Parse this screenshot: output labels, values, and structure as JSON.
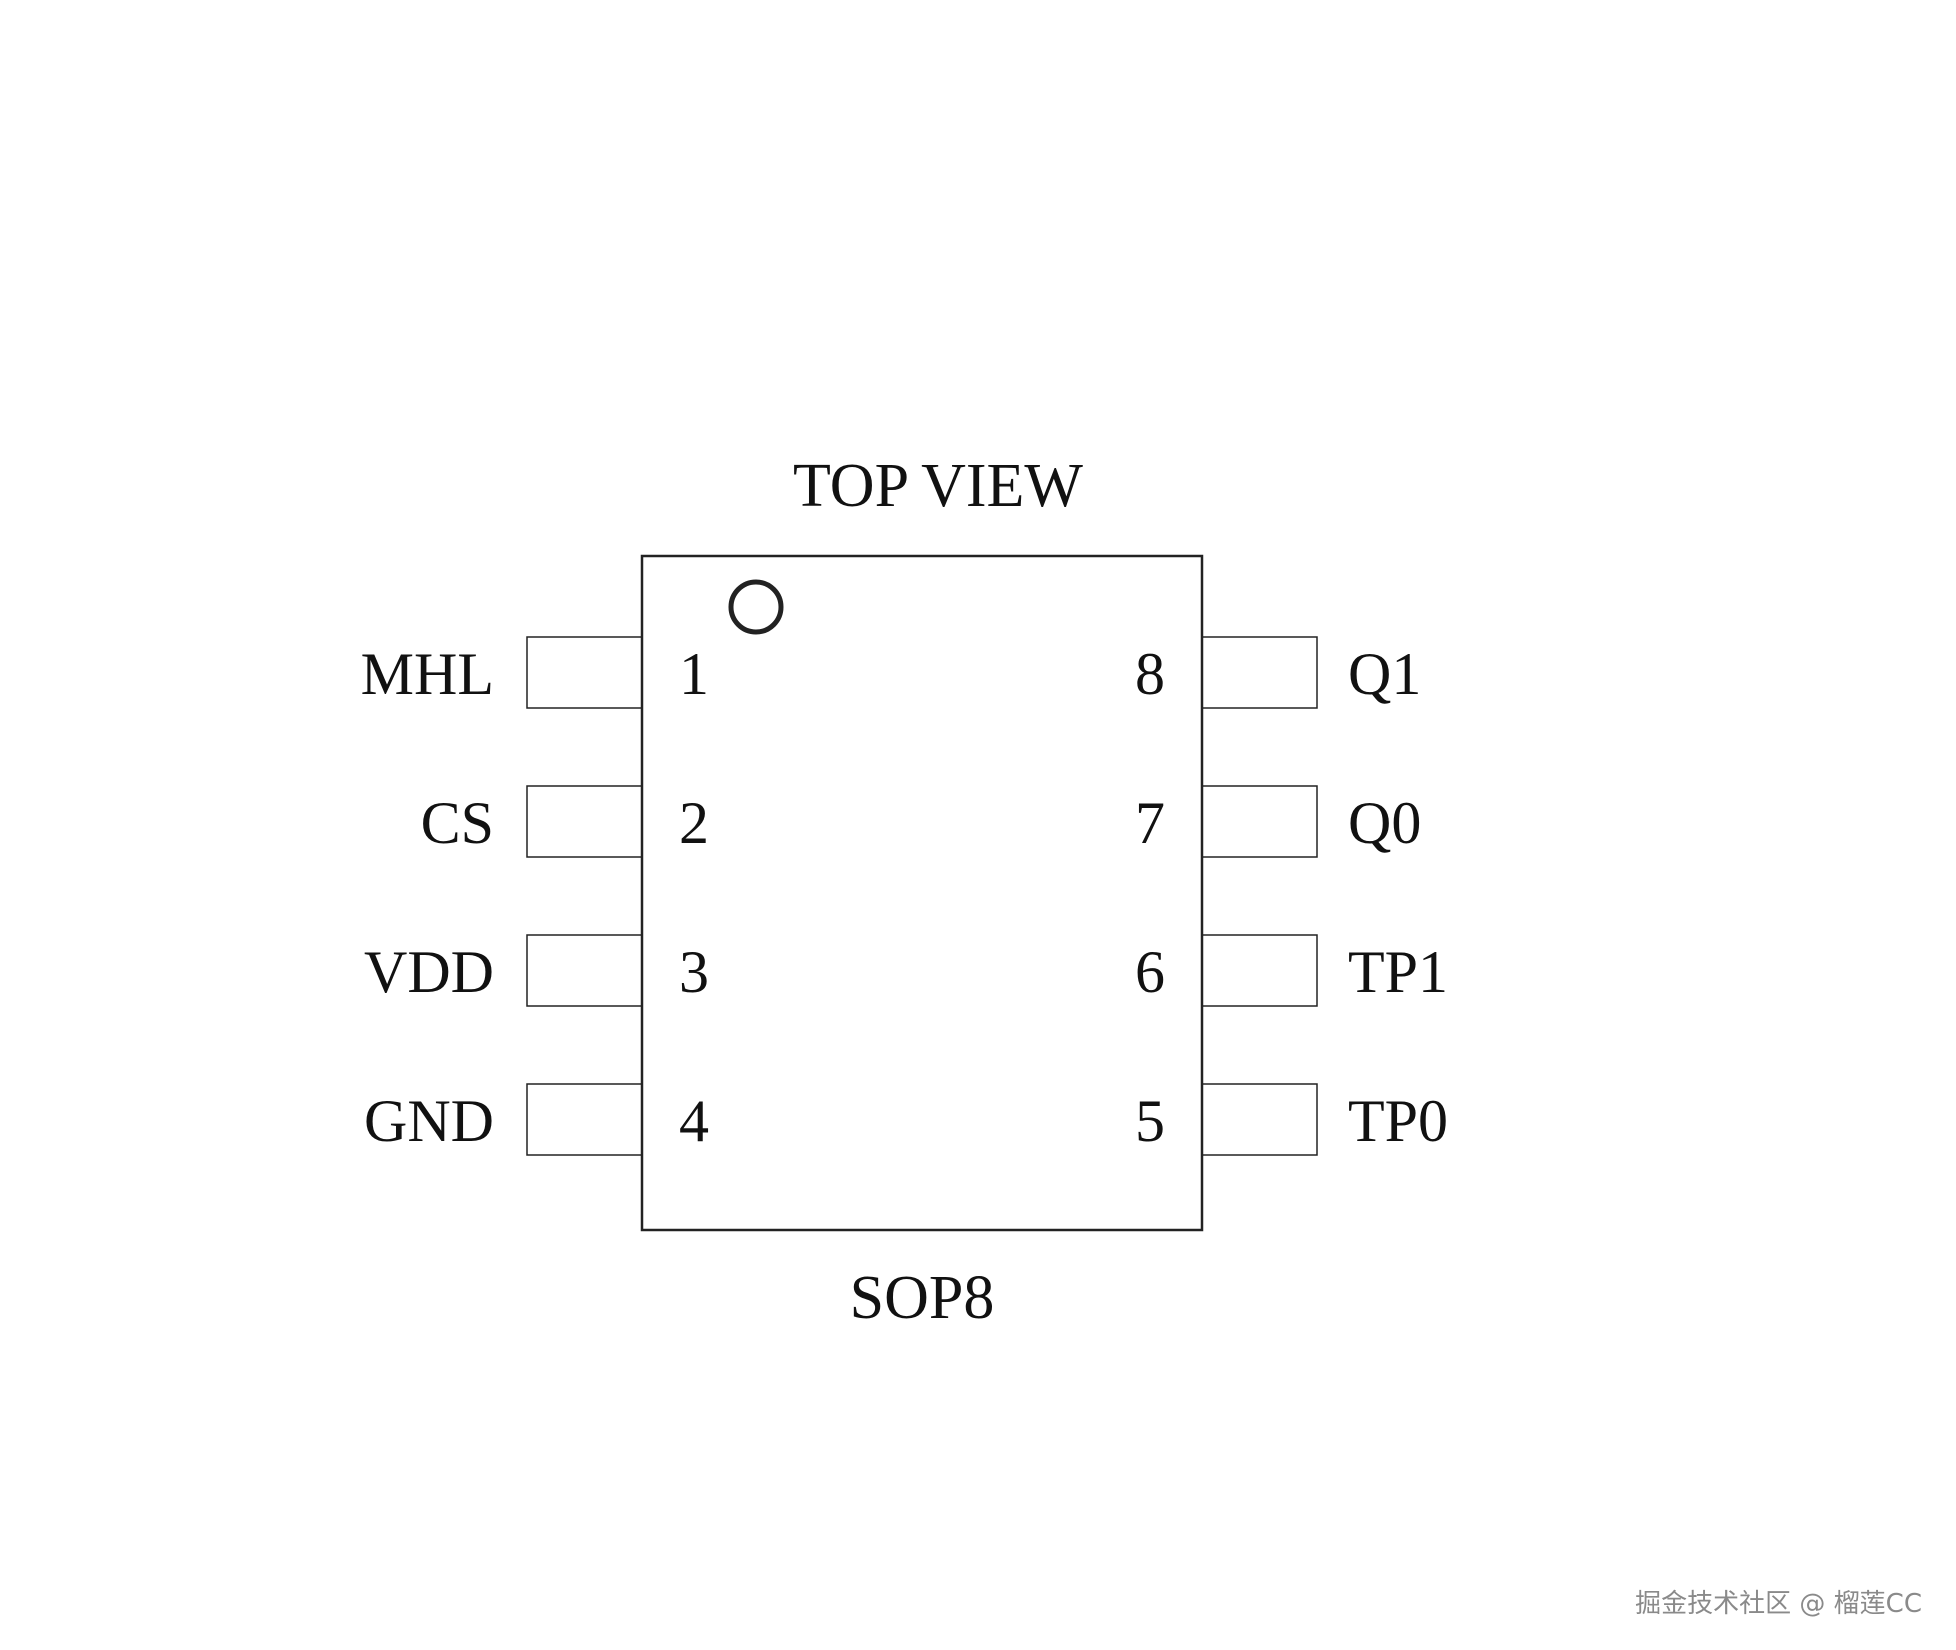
{
  "title": "TOP VIEW",
  "package": "SOP8",
  "pins_left": [
    {
      "number": "1",
      "name": "MHL"
    },
    {
      "number": "2",
      "name": "CS"
    },
    {
      "number": "3",
      "name": "VDD"
    },
    {
      "number": "4",
      "name": "GND"
    }
  ],
  "pins_right": [
    {
      "number": "8",
      "name": "Q1"
    },
    {
      "number": "7",
      "name": "Q0"
    },
    {
      "number": "6",
      "name": "TP1"
    },
    {
      "number": "5",
      "name": "TP0"
    }
  ],
  "watermark": "掘金技术社区 @ 榴莲CC",
  "colors": {
    "background": "#ffffff",
    "ink": "#111111",
    "watermark": "#8a8a8a"
  }
}
